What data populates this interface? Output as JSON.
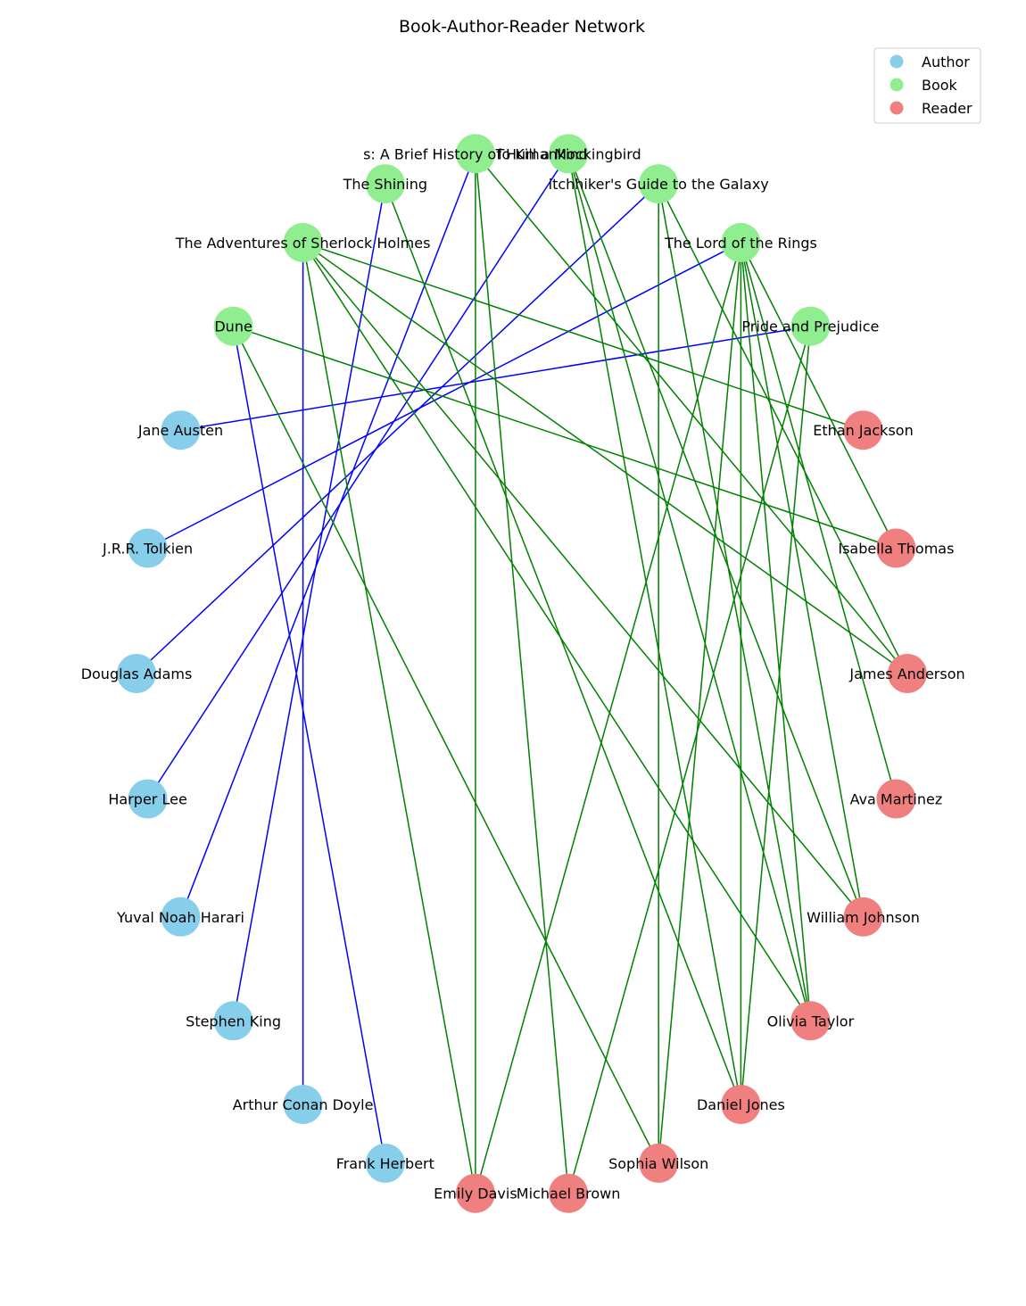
{
  "title": "Book-Author-Reader Network",
  "colors": {
    "Author": "#87CEEB",
    "Book": "#90EE90",
    "Reader": "#F08080",
    "author_edge": "#0000FF",
    "reader_edge": "#008000"
  },
  "legend": [
    {
      "category": "Author",
      "label": "Author"
    },
    {
      "category": "Book",
      "label": "Book"
    },
    {
      "category": "Reader",
      "label": "Reader"
    }
  ],
  "nodes": [
    {
      "id": "pp",
      "label": "Pride and Prejudice",
      "type": "Book"
    },
    {
      "id": "lotr",
      "label": "The Lord of the Rings",
      "type": "Book"
    },
    {
      "id": "hhg",
      "label": "itchhiker's Guide to the Galaxy",
      "type": "Book"
    },
    {
      "id": "tkam",
      "label": "To Kill a Mockingbird",
      "type": "Book"
    },
    {
      "id": "sap",
      "label": "s: A Brief History of Humankind",
      "type": "Book"
    },
    {
      "id": "shin",
      "label": "The Shining",
      "type": "Book"
    },
    {
      "id": "sher",
      "label": "The Adventures of Sherlock Holmes",
      "type": "Book"
    },
    {
      "id": "dune",
      "label": "Dune",
      "type": "Book"
    },
    {
      "id": "ja",
      "label": "Jane Austen",
      "type": "Author"
    },
    {
      "id": "jrr",
      "label": "J.R.R. Tolkien",
      "type": "Author"
    },
    {
      "id": "da",
      "label": "Douglas Adams",
      "type": "Author"
    },
    {
      "id": "hl",
      "label": "Harper Lee",
      "type": "Author"
    },
    {
      "id": "ynh",
      "label": "Yuval Noah Harari",
      "type": "Author"
    },
    {
      "id": "sk",
      "label": "Stephen King",
      "type": "Author"
    },
    {
      "id": "acd",
      "label": "Arthur Conan Doyle",
      "type": "Author"
    },
    {
      "id": "fh",
      "label": "Frank Herbert",
      "type": "Author"
    },
    {
      "id": "ed",
      "label": "Emily Davis",
      "type": "Reader"
    },
    {
      "id": "mb",
      "label": "Michael Brown",
      "type": "Reader"
    },
    {
      "id": "sw",
      "label": "Sophia Wilson",
      "type": "Reader"
    },
    {
      "id": "dj",
      "label": "Daniel Jones",
      "type": "Reader"
    },
    {
      "id": "ot",
      "label": "Olivia Taylor",
      "type": "Reader"
    },
    {
      "id": "wj",
      "label": "William Johnson",
      "type": "Reader"
    },
    {
      "id": "am",
      "label": "Ava Martinez",
      "type": "Reader"
    },
    {
      "id": "jan",
      "label": "James Anderson",
      "type": "Reader"
    },
    {
      "id": "it",
      "label": "Isabella Thomas",
      "type": "Reader"
    },
    {
      "id": "ej",
      "label": "Ethan Jackson",
      "type": "Reader"
    }
  ],
  "edges": [
    {
      "source": "pp",
      "target": "ja",
      "kind": "author"
    },
    {
      "source": "lotr",
      "target": "jrr",
      "kind": "author"
    },
    {
      "source": "hhg",
      "target": "da",
      "kind": "author"
    },
    {
      "source": "tkam",
      "target": "hl",
      "kind": "author"
    },
    {
      "source": "sap",
      "target": "ynh",
      "kind": "author"
    },
    {
      "source": "shin",
      "target": "sk",
      "kind": "author"
    },
    {
      "source": "sher",
      "target": "acd",
      "kind": "author"
    },
    {
      "source": "dune",
      "target": "fh",
      "kind": "author"
    },
    {
      "source": "pp",
      "target": "dj",
      "kind": "reader"
    },
    {
      "source": "pp",
      "target": "mb",
      "kind": "reader"
    },
    {
      "source": "lotr",
      "target": "sw",
      "kind": "reader"
    },
    {
      "source": "lotr",
      "target": "ed",
      "kind": "reader"
    },
    {
      "source": "lotr",
      "target": "dj",
      "kind": "reader"
    },
    {
      "source": "lotr",
      "target": "ot",
      "kind": "reader"
    },
    {
      "source": "lotr",
      "target": "wj",
      "kind": "reader"
    },
    {
      "source": "lotr",
      "target": "am",
      "kind": "reader"
    },
    {
      "source": "lotr",
      "target": "it",
      "kind": "reader"
    },
    {
      "source": "hhg",
      "target": "sw",
      "kind": "reader"
    },
    {
      "source": "hhg",
      "target": "ot",
      "kind": "reader"
    },
    {
      "source": "hhg",
      "target": "jan",
      "kind": "reader"
    },
    {
      "source": "tkam",
      "target": "dj",
      "kind": "reader"
    },
    {
      "source": "tkam",
      "target": "ot",
      "kind": "reader"
    },
    {
      "source": "tkam",
      "target": "wj",
      "kind": "reader"
    },
    {
      "source": "sap",
      "target": "mb",
      "kind": "reader"
    },
    {
      "source": "sap",
      "target": "ed",
      "kind": "reader"
    },
    {
      "source": "sap",
      "target": "jan",
      "kind": "reader"
    },
    {
      "source": "shin",
      "target": "dj",
      "kind": "reader"
    },
    {
      "source": "sher",
      "target": "ed",
      "kind": "reader"
    },
    {
      "source": "sher",
      "target": "ot",
      "kind": "reader"
    },
    {
      "source": "sher",
      "target": "jan",
      "kind": "reader"
    },
    {
      "source": "sher",
      "target": "ej",
      "kind": "reader"
    },
    {
      "source": "sher",
      "target": "wj",
      "kind": "reader"
    },
    {
      "source": "dune",
      "target": "sw",
      "kind": "reader"
    },
    {
      "source": "dune",
      "target": "it",
      "kind": "reader"
    }
  ]
}
